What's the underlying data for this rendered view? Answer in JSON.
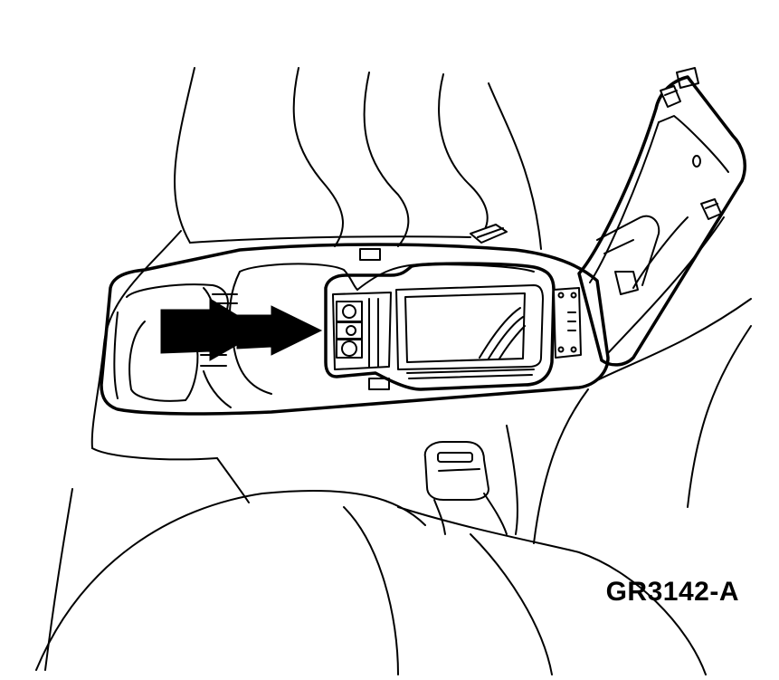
{
  "figure": {
    "code": "GR3142-A",
    "subject": "center-console",
    "arrow_count": 2,
    "colors": {
      "line": "#000000",
      "background": "#ffffff",
      "arrow_fill": "#000000"
    }
  }
}
